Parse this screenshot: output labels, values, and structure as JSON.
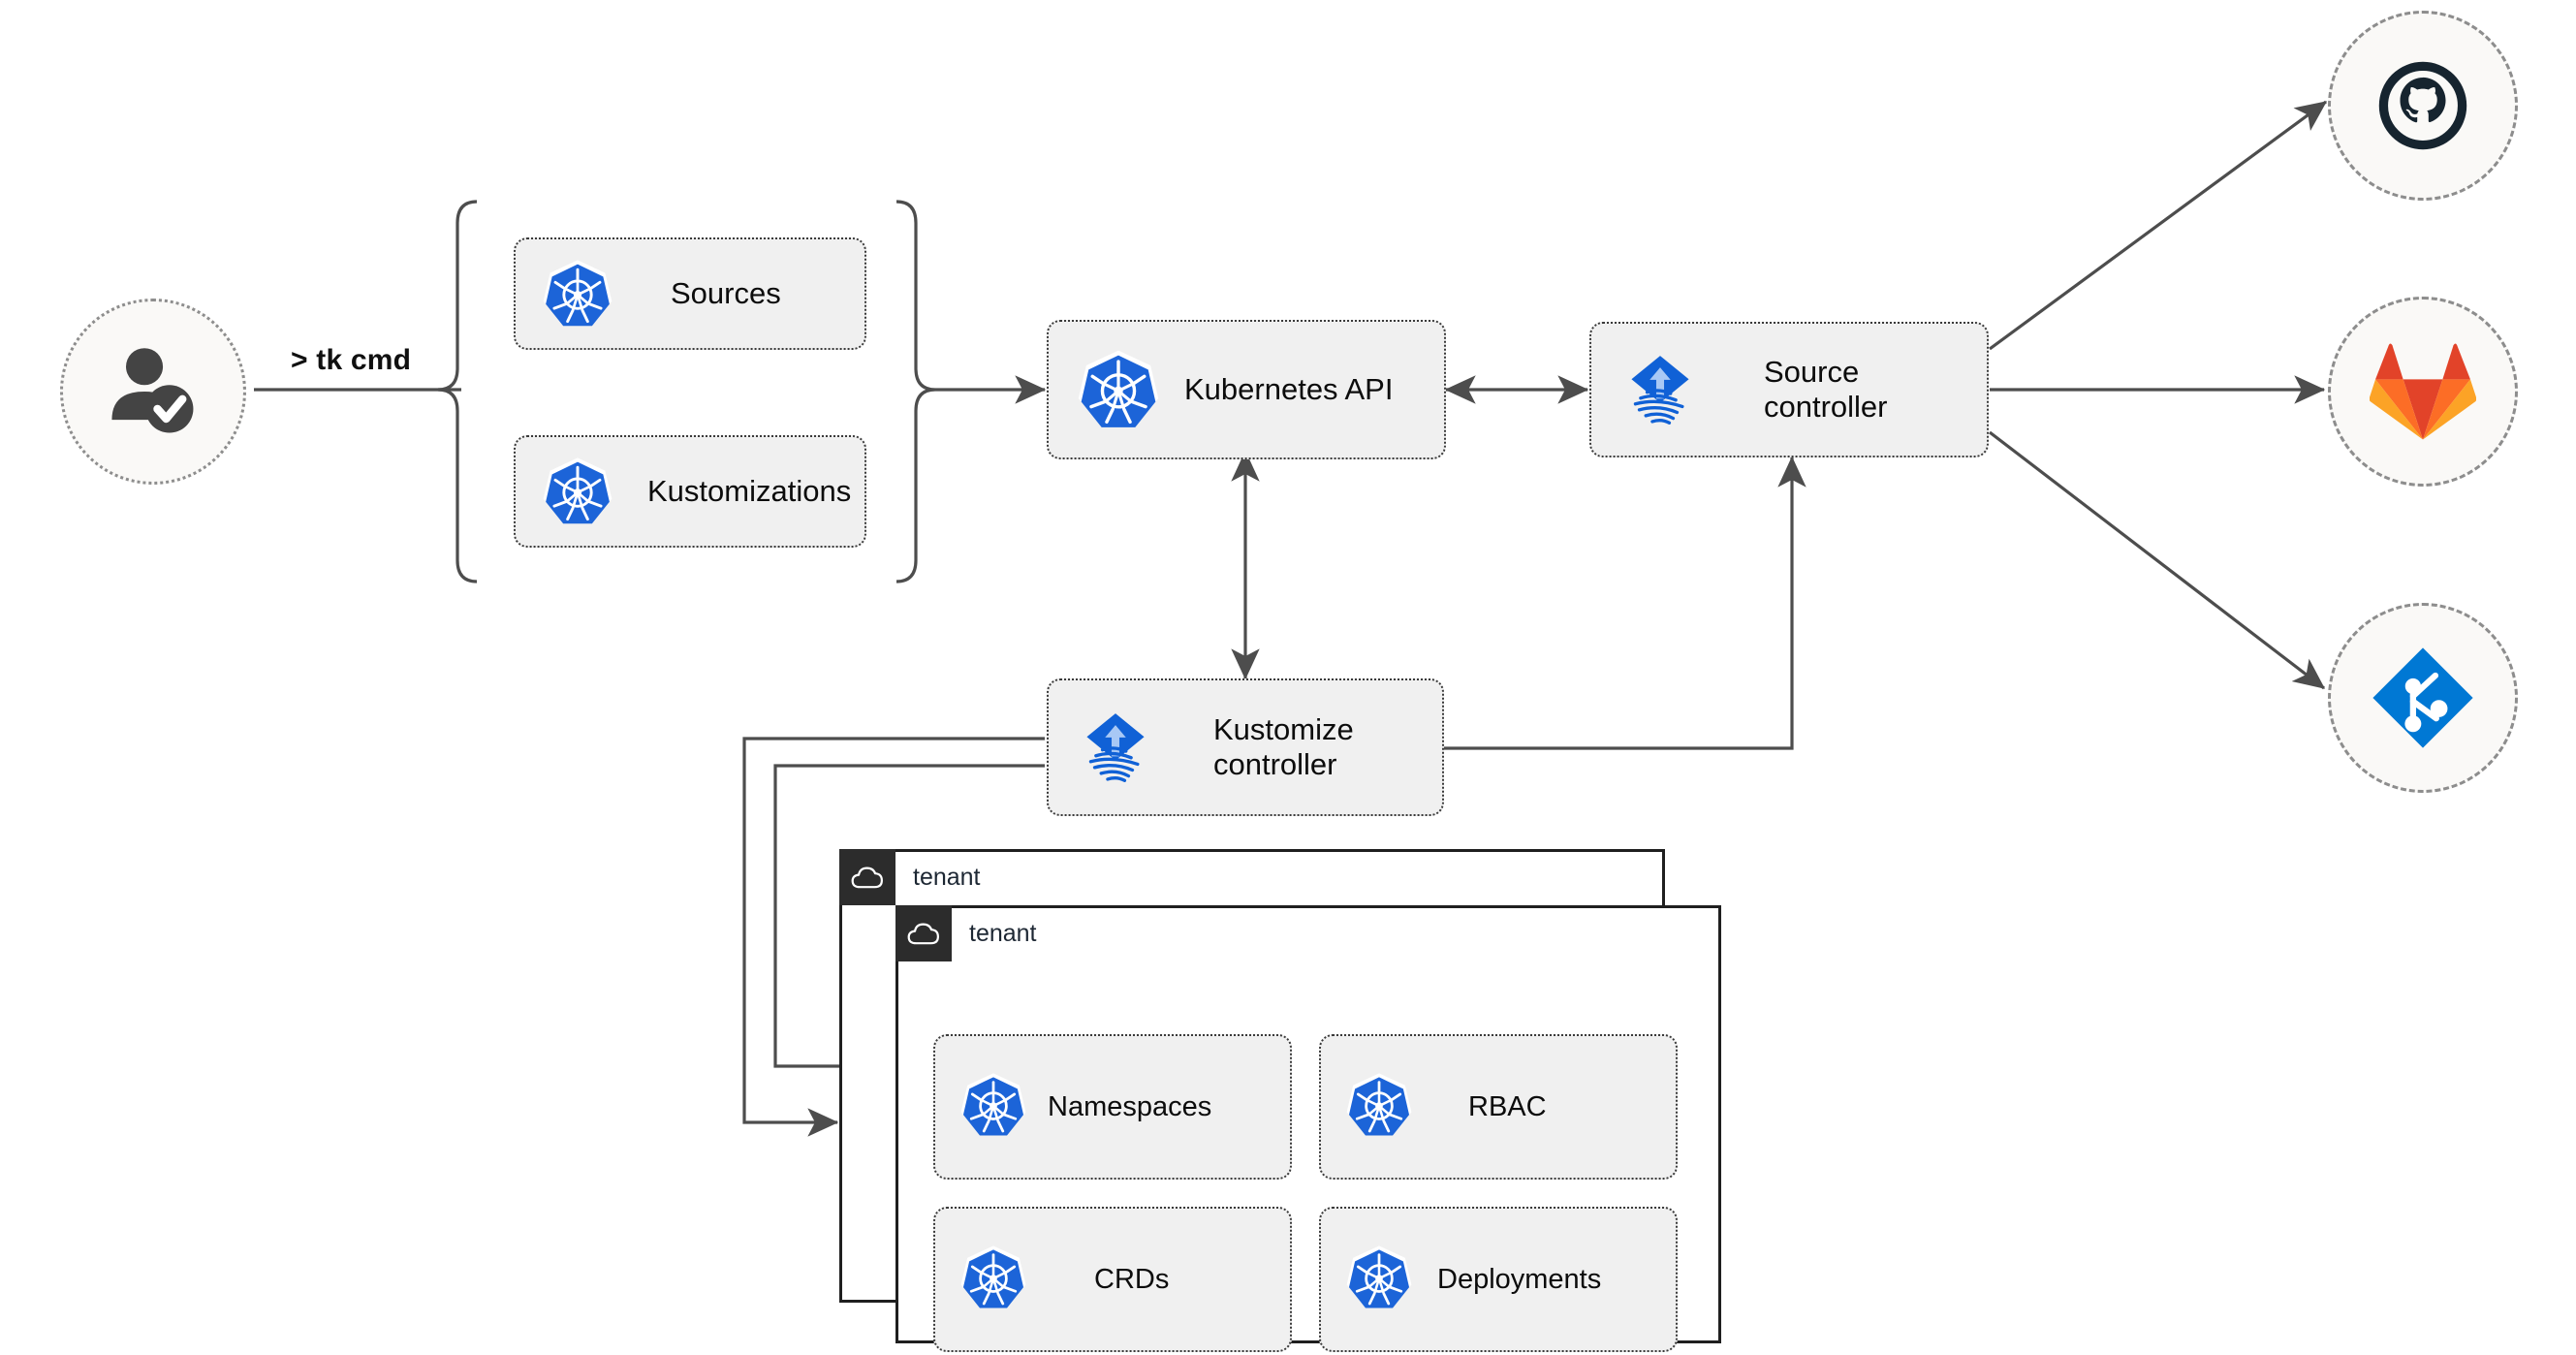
{
  "diagram": {
    "title": "Flux multi-tenancy GitOps architecture",
    "colors": {
      "kubernetes_blue": "#1c64d8",
      "flux_blue": "#1061d6",
      "flux_arrow": "#a8c8f5",
      "github_dark": "#16242f",
      "gitlab_red": "#e24329",
      "gitlab_orange": "#fc6d26",
      "gitlab_light_orange": "#fca326",
      "azure_blue": "#0078d4",
      "box_fill": "#f0f0f0",
      "box_border": "#3a3a3a",
      "circle_fill": "#faf9f7",
      "circle_border": "#8d8d8d",
      "edge_stroke": "#4d4d4d",
      "panel_border": "#1f1f1f",
      "chip_fill": "#2c2c2c",
      "text": "#0c0c0c"
    },
    "actor": {
      "icon": "user-verified-icon",
      "command_label": "> tk cmd"
    },
    "manifest_group": {
      "bracket": "curly-brace",
      "items": [
        {
          "label": "Sources",
          "icon": "kubernetes-icon"
        },
        {
          "label": "Kustomizations",
          "icon": "kubernetes-icon"
        }
      ]
    },
    "cluster": {
      "api": {
        "label": "Kubernetes API",
        "icon": "kubernetes-icon"
      },
      "source_controller": {
        "label": "Source\ncontroller",
        "icon": "flux-icon"
      },
      "kustomize_controller": {
        "label": "Kustomize\ncontroller",
        "icon": "flux-icon"
      }
    },
    "git_providers": [
      {
        "name": "github",
        "icon": "github-icon"
      },
      {
        "name": "gitlab",
        "icon": "gitlab-icon"
      },
      {
        "name": "azure-devops",
        "icon": "azure-devops-git-icon"
      }
    ],
    "tenants": [
      {
        "name": "tenant",
        "icon": "cloud-icon",
        "resources": []
      },
      {
        "name": "tenant",
        "icon": "cloud-icon",
        "resources": [
          {
            "label": "Namespaces",
            "icon": "kubernetes-icon"
          },
          {
            "label": "RBAC",
            "icon": "kubernetes-icon"
          },
          {
            "label": "CRDs",
            "icon": "kubernetes-icon"
          },
          {
            "label": "Deployments",
            "icon": "kubernetes-icon"
          }
        ]
      }
    ],
    "edges": [
      {
        "from": "actor",
        "to": "manifest-group",
        "style": "plain-line",
        "direction": "forward"
      },
      {
        "from": "manifest-group",
        "to": "kubernetes-api",
        "style": "arrow",
        "direction": "forward"
      },
      {
        "from": "kubernetes-api",
        "to": "source-controller",
        "style": "arrow",
        "direction": "both"
      },
      {
        "from": "kubernetes-api",
        "to": "kustomize-controller",
        "style": "arrow",
        "direction": "both"
      },
      {
        "from": "kustomize-controller",
        "to": "source-controller",
        "style": "arrow",
        "direction": "forward"
      },
      {
        "from": "source-controller",
        "to": "github",
        "style": "arrow",
        "direction": "forward"
      },
      {
        "from": "source-controller",
        "to": "gitlab",
        "style": "arrow",
        "direction": "forward"
      },
      {
        "from": "source-controller",
        "to": "azure-devops",
        "style": "arrow",
        "direction": "forward"
      },
      {
        "from": "kustomize-controller",
        "to": "tenant-1",
        "style": "arrow",
        "direction": "forward"
      },
      {
        "from": "kustomize-controller",
        "to": "tenant-2",
        "style": "arrow",
        "direction": "forward"
      }
    ]
  }
}
